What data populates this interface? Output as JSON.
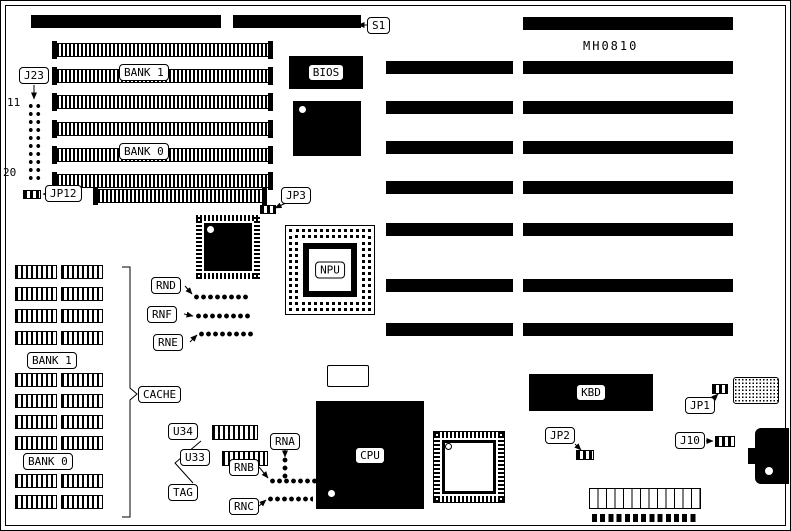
{
  "part_number": "MH0810",
  "colors": {
    "ink": "#000000",
    "paper": "#ffffff"
  },
  "labels": {
    "s1": "S1",
    "j23": "J23",
    "j23_pin_top": "11",
    "j23_pin_bottom": "20",
    "simm_bank1": "BANK 1",
    "simm_bank0": "BANK 0",
    "jp12": "JP12",
    "jp3": "JP3",
    "bios": "BIOS",
    "rnd": "RND",
    "rnf": "RNF",
    "rne": "RNE",
    "npu": "NPU",
    "cache": "CACHE",
    "cache_bank1": "BANK 1",
    "cache_bank0": "BANK 0",
    "u34": "U34",
    "u33": "U33",
    "tag": "TAG",
    "rna": "RNA",
    "rnb": "RNB",
    "rnc": "RNC",
    "cpu": "CPU",
    "kbd": "KBD",
    "jp2": "JP2",
    "jp1": "JP1",
    "j10": "J10"
  }
}
